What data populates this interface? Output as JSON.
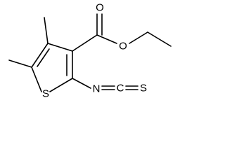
{
  "molecule": {
    "atoms": {
      "ring_sulfur": "S",
      "isothiocyanate_nitrogen": "N",
      "isothiocyanate_carbon": "C",
      "isothiocyanate_sulfur": "S",
      "carbonyl_oxygen": "O",
      "ester_oxygen": "O"
    }
  }
}
